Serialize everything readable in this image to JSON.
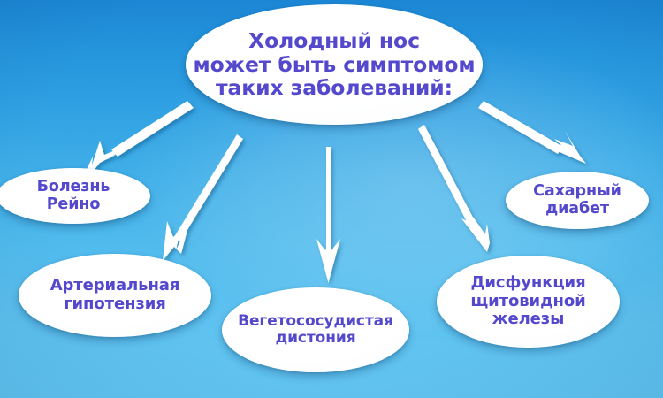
{
  "diagram": {
    "title_node": {
      "id": "title",
      "text": "Холодный нос\nможет быть симптомом\nтаких заболеваний:"
    },
    "nodes": [
      {
        "id": "raynaud",
        "text": "Болезнь\nРейно"
      },
      {
        "id": "hypotension",
        "text": "Артериальная\nгипотензия"
      },
      {
        "id": "vsd",
        "text": "Вегетососудистая\nдистония"
      },
      {
        "id": "thyroid",
        "text": "Дисфункция\nщитовидной\nжелезы"
      },
      {
        "id": "diabetes",
        "text": "Сахарный\nдиабет"
      }
    ],
    "colors": {
      "text": "#5448cc",
      "node_fill": "#ffffff",
      "arrow": "#ffffff",
      "bg_top": "#1c86d4",
      "bg_bottom": "#63c6f2"
    },
    "arrows": [
      {
        "id": "arrow-to-raynaud",
        "from": "title",
        "to": "raynaud"
      },
      {
        "id": "arrow-to-hypotension",
        "from": "title",
        "to": "hypotension"
      },
      {
        "id": "arrow-to-vsd",
        "from": "title",
        "to": "vsd"
      },
      {
        "id": "arrow-to-thyroid",
        "from": "title",
        "to": "thyroid"
      },
      {
        "id": "arrow-to-diabetes",
        "from": "title",
        "to": "diabetes"
      }
    ]
  }
}
